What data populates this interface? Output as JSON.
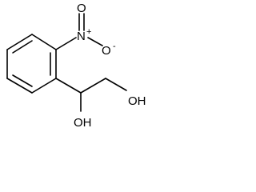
{
  "molecule": {
    "atoms": {
      "nitro_n": "N",
      "nitro_n_charge": "+",
      "nitro_o_top": "O",
      "nitro_o_right": "O",
      "nitro_o_right_charge": "-",
      "hydroxyl_1": "OH",
      "hydroxyl_2": "OH"
    },
    "colors": {
      "bond": "#000000",
      "text": "#000000",
      "background": "#ffffff"
    }
  }
}
